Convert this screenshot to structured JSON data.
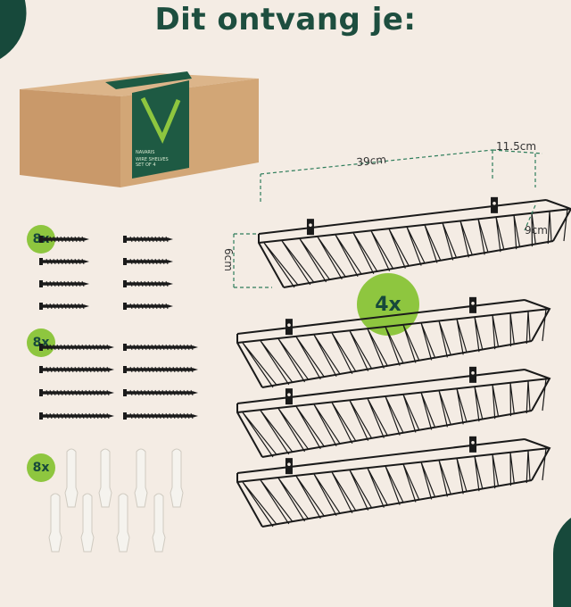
{
  "page": {
    "title": "Dit ontvang je:"
  },
  "box": {
    "brand": "NAVARIS",
    "label_line1": "WIRE SHELVES",
    "label_line2": "SET OF 4"
  },
  "dimensions": {
    "length": "39cm",
    "height": "11.5cm",
    "depth": "9cm",
    "front_height": "6cm"
  },
  "badges": {
    "screws_small": "8x",
    "screws_large": "8x",
    "plugs": "8x",
    "shelves": "4x"
  },
  "colors": {
    "background": "#f4ece4",
    "accent_green": "#8ec63f",
    "dark_green": "#17493b",
    "metal": "#1a1a1a"
  }
}
